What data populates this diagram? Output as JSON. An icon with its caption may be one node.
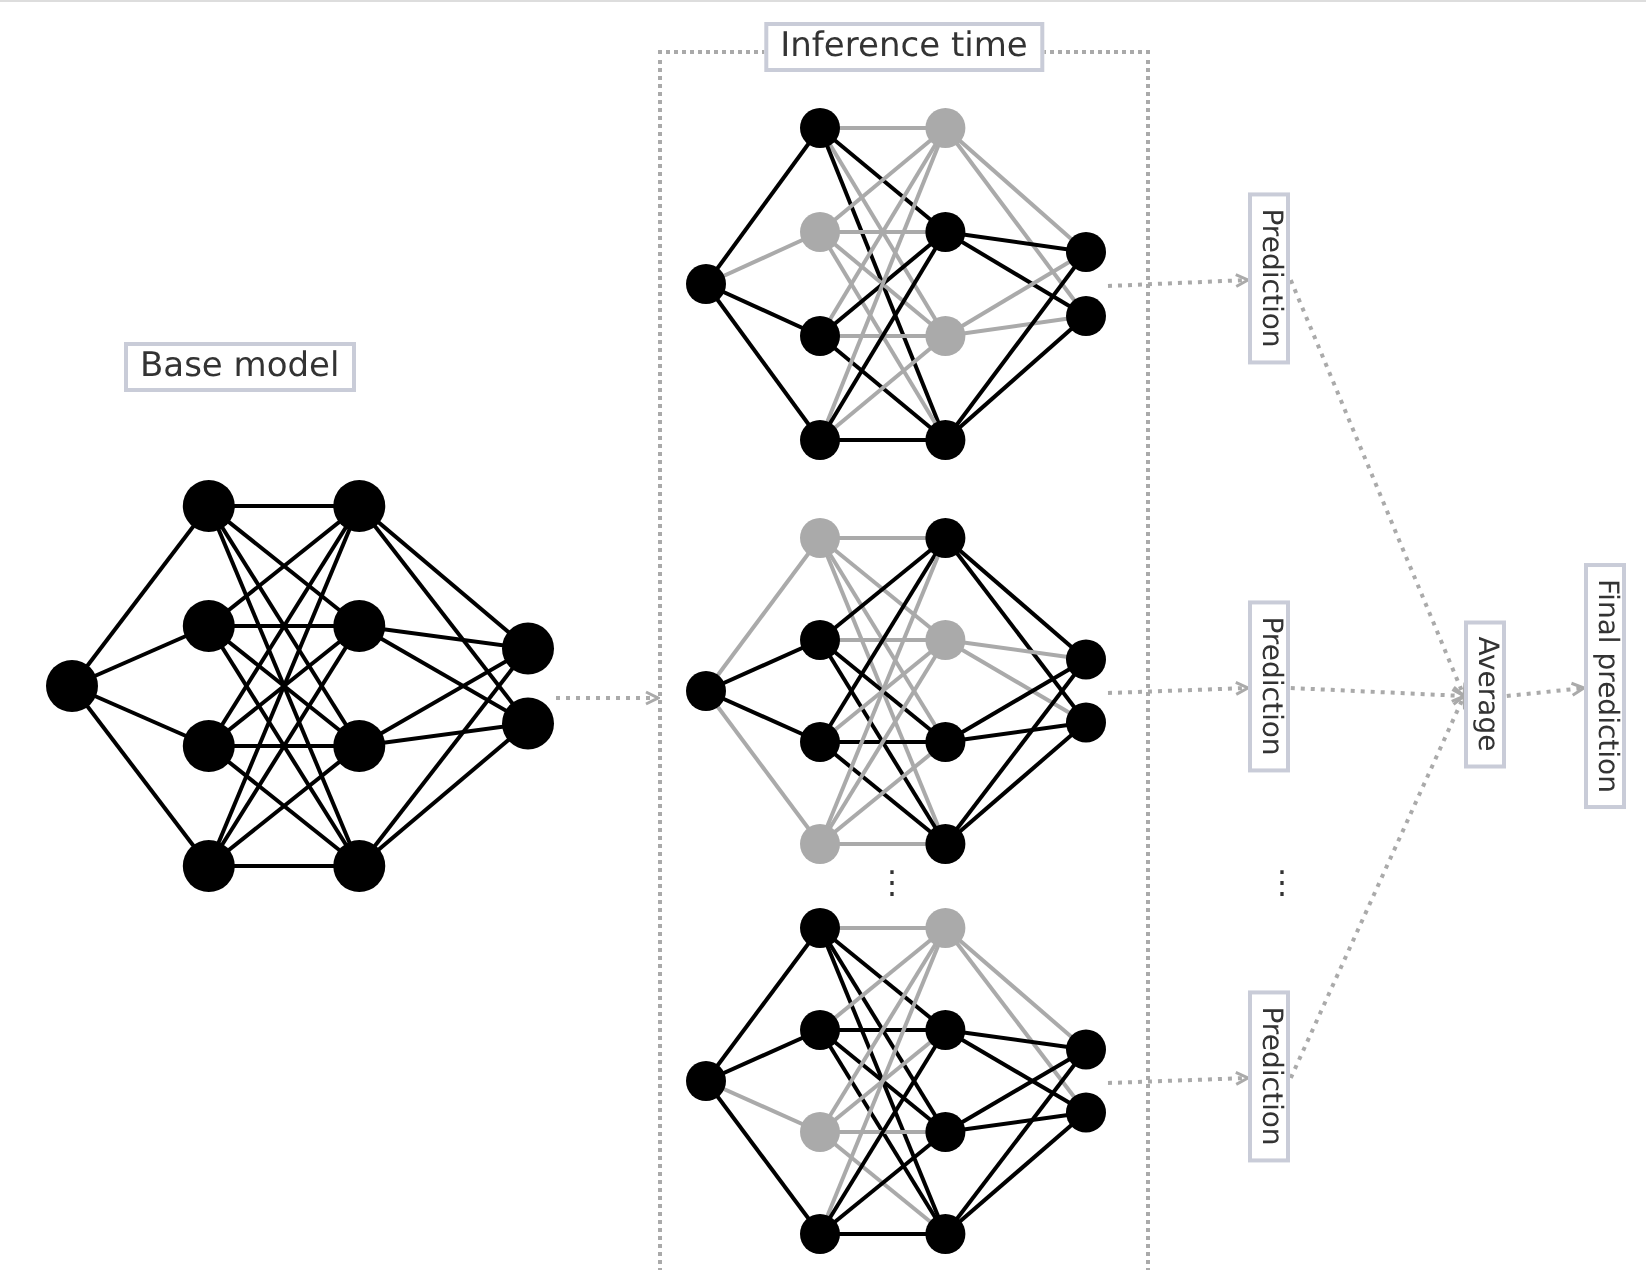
{
  "diagram": {
    "nodes": [
      {
        "text": [
          "Base model"
        ]
      },
      {
        "text": [
          "Inference time"
        ]
      },
      {
        "text": [],
        "shape": "picture",
        "in": 1
      },
      {
        "text": [],
        "shape": "picture",
        "in": 1
      },
      {
        "text": [],
        "shape": "picture",
        "in": 1
      },
      {
        "text": [
          "Prediction"
        ]
      },
      {
        "text": [
          "Prediction"
        ]
      },
      {
        "text": [
          "Prediction"
        ]
      },
      {
        "text": [
          "Average"
        ]
      },
      {
        "text": [
          "Final prediction"
        ]
      }
    ],
    "edges": [
      {
        "from": 0,
        "to": 1,
        "arrow": "to",
        "style": "dashed"
      },
      {
        "from": 2,
        "to": 5,
        "arrow": "to",
        "style": "dashed"
      },
      {
        "from": 3,
        "to": 6,
        "arrow": "to",
        "style": "dashed"
      },
      {
        "from": 4,
        "to": 7,
        "arrow": "to",
        "style": "dashed"
      },
      {
        "from": 5,
        "to": 8,
        "arrow": "to",
        "style": "dashed"
      },
      {
        "from": 6,
        "to": 8,
        "arrow": "to",
        "style": "dashed"
      },
      {
        "from": 7,
        "to": 8,
        "arrow": "to",
        "style": "dashed"
      },
      {
        "from": 8,
        "to": 9,
        "arrow": "to",
        "style": "dashed"
      }
    ],
    "labels": [
      "⋮",
      "⋮"
    ]
  }
}
